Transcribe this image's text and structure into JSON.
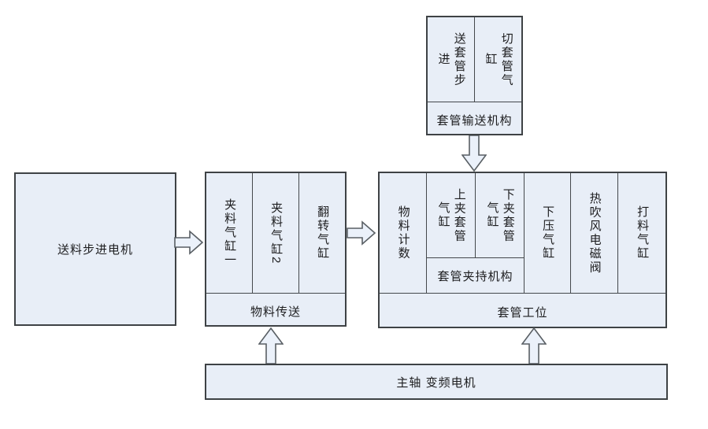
{
  "colors": {
    "box_fill": "#e8eef7",
    "box_border": "#3e4245",
    "inner_line": "#44484c",
    "arrow_fill": "#ebf1fa",
    "arrow_border": "#595f64",
    "text": "#1d1d1f",
    "background": "#ffffff"
  },
  "boxes": {
    "sleeve_conveyor_unit": {
      "cells": [
        "送套管步进",
        "切套管气缸"
      ],
      "footer": "套管输送机构"
    },
    "feed_stepper_motor": {
      "label": "送料步进电机"
    },
    "material_transfer_unit": {
      "cells": [
        "夹料气缸一",
        "夹料气缸2",
        "翻转气缸"
      ],
      "footer": "物料传送"
    },
    "sleeve_station_unit": {
      "counter_cell": "物料计数",
      "clamp_cells": [
        "上夹套管气缸",
        "下夹套管气缸"
      ],
      "clamp_footer": "套管夹持机构",
      "press_cell": "下压气缸",
      "hot_air_cell": "热吹风电磁阀",
      "eject_cell": "打料气缸",
      "footer": "套管工位"
    },
    "spindle_motor": {
      "label": "主轴 变频电机"
    }
  }
}
